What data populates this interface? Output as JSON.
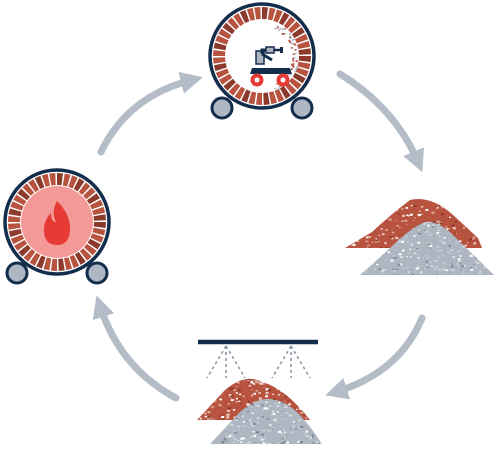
{
  "diagram": {
    "type": "recycling-cycle",
    "colors": {
      "navy": "#132d4d",
      "brick": "#b8533f",
      "brick_dark": "#8c3a2b",
      "ash_gray": "#aeb6c2",
      "arrow_gray": "#b4bcc8",
      "flame": "#e63a35",
      "kiln_inner_hot": "#f39a98",
      "robot_red": "#e53935",
      "spray_gray": "#8f98a4"
    },
    "nodes": [
      {
        "id": "kiln-robot",
        "icon": "robot-kiln-icon"
      },
      {
        "id": "piles",
        "icon": "rubble-piles-icon"
      },
      {
        "id": "spray",
        "icon": "water-spray-icon"
      },
      {
        "id": "kiln-fire",
        "icon": "fire-kiln-icon"
      }
    ],
    "arrows": [
      {
        "from": "kiln-robot",
        "to": "piles",
        "icon": "cycle-arrow-icon"
      },
      {
        "from": "piles",
        "to": "spray",
        "icon": "cycle-arrow-icon"
      },
      {
        "from": "spray",
        "to": "kiln-fire",
        "icon": "cycle-arrow-icon"
      },
      {
        "from": "kiln-fire",
        "to": "kiln-robot",
        "icon": "cycle-arrow-icon"
      }
    ]
  }
}
